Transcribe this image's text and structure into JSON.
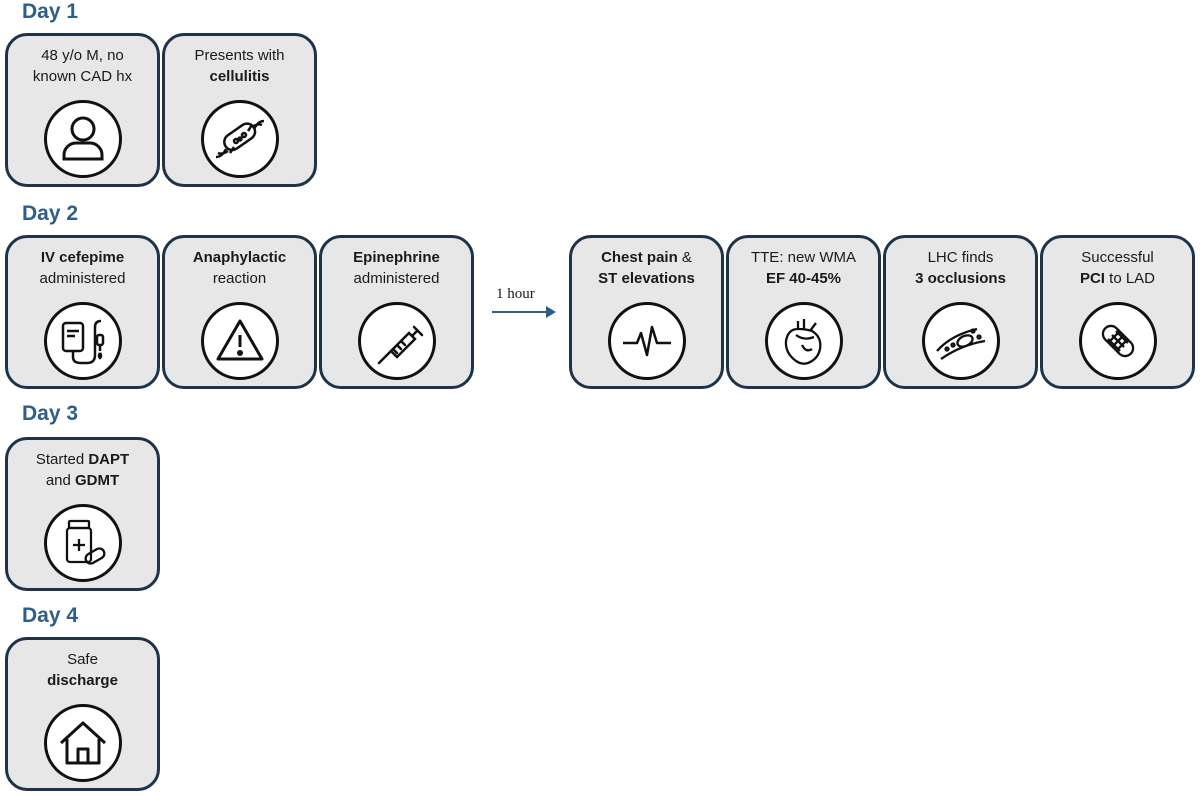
{
  "days": [
    "Day 1",
    "Day 2",
    "Day 3",
    "Day 4"
  ],
  "arrow_label": "1 hour",
  "cards": {
    "c1": {
      "pre": "48 y/o M, no known CAD hx",
      "bold": "",
      "post": ""
    },
    "c2": {
      "pre": "Presents with ",
      "bold": "cellulitis",
      "post": ""
    },
    "c3": {
      "pre": "",
      "bold": "IV cefepime",
      "post": " administered"
    },
    "c4": {
      "pre": "",
      "bold": "Anaphylactic",
      "post": " reaction"
    },
    "c5": {
      "pre": "",
      "bold": "Epinephrine",
      "post": " administered"
    },
    "c6": {
      "pre": "",
      "bold": "Chest pain",
      "post": " & ",
      "bold2": "ST elevations"
    },
    "c7": {
      "pre": "TTE: new WMA ",
      "bold": "EF 40-45%",
      "post": ""
    },
    "c8": {
      "pre": "LHC finds ",
      "bold": "3 occlusions",
      "post": ""
    },
    "c9": {
      "pre": "Successful ",
      "bold": "PCI",
      "post": " to LAD"
    },
    "c10": {
      "pre": "Started ",
      "bold": "DAPT",
      "post": " and ",
      "bold2": "GDMT"
    },
    "c11": {
      "pre": "Safe ",
      "bold": "discharge",
      "post": ""
    }
  },
  "icons": {
    "c1": "person-icon",
    "c2": "bacteria-icon",
    "c3": "iv-bag-icon",
    "c4": "warning-icon",
    "c5": "syringe-icon",
    "c6": "ecg-icon",
    "c7": "heart-icon",
    "c8": "artery-plaque-icon",
    "c9": "stent-icon",
    "c10": "medication-icon",
    "c11": "home-icon"
  },
  "colors": {
    "day_label": "#2e5f8a",
    "card_fill": "#e7e7e7",
    "card_border": "#1f3348",
    "arrow": "#2e5f8a"
  }
}
